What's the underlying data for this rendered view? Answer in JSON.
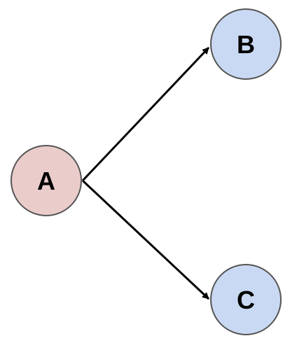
{
  "diagram": {
    "nodes": [
      {
        "id": "A",
        "label": "A",
        "fill": "#eacdcb",
        "stroke": "#555555"
      },
      {
        "id": "B",
        "label": "B",
        "fill": "#cad9f3",
        "stroke": "#555555"
      },
      {
        "id": "C",
        "label": "C",
        "fill": "#cad9f3",
        "stroke": "#555555"
      }
    ],
    "edges": [
      {
        "from": "A",
        "to": "B",
        "color": "#000000"
      },
      {
        "from": "A",
        "to": "C",
        "color": "#000000"
      }
    ]
  }
}
